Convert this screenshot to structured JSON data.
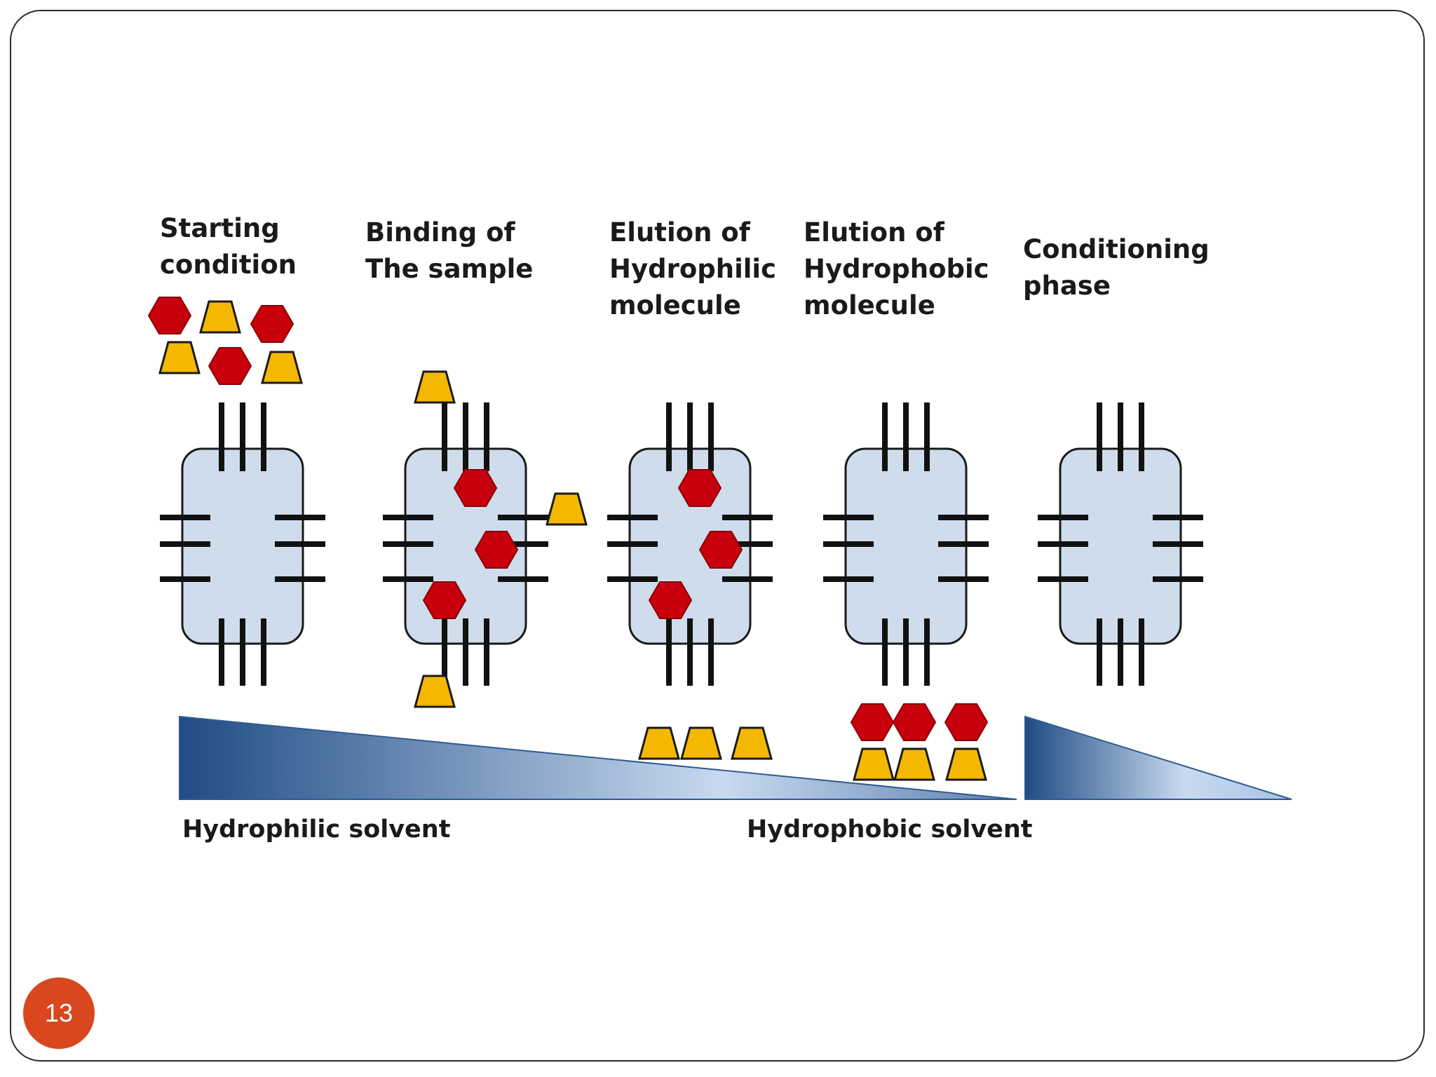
{
  "stages": [
    {
      "label": "Starting\ncondition"
    },
    {
      "label": "Binding of\nThe sample"
    },
    {
      "label": "Elution of\nHydrophilic\nmolecule"
    },
    {
      "label": "Elution of\nHydrophobic\nmolecule"
    },
    {
      "label": "Conditioning\nphase"
    }
  ],
  "solvent_gradient": {
    "start_label": "Hydrophilic solvent",
    "end_label": "Hydrophobic solvent"
  },
  "legend_shapes": {
    "hexagon": "hydrophobic-molecule",
    "trapezoid": "hydrophilic-molecule"
  },
  "colors": {
    "bead_fill": "#cfdcec",
    "hexagon_fill": "#c8000e",
    "trapezoid_fill": "#f5b800",
    "gradient_dark": "#1f4c84",
    "gradient_light": "#c9daf0",
    "page_badge": "#d9471e"
  },
  "page_number": "13"
}
